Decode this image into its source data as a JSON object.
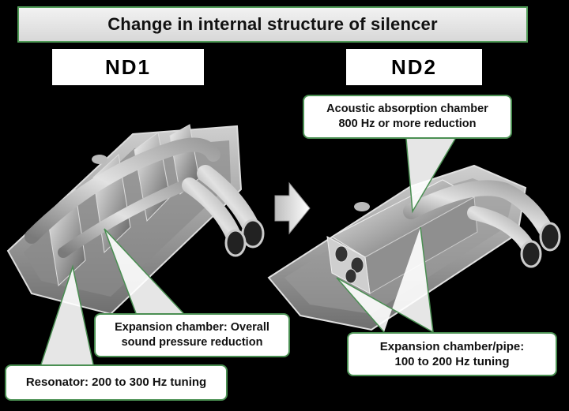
{
  "title": "Change in internal structure of silencer",
  "models": {
    "left": "ND1",
    "right": "ND2"
  },
  "callouts": {
    "resonator": {
      "line1": "Resonator: 200 to 300 Hz tuning"
    },
    "expansion": {
      "line1": "Expansion chamber: Overall",
      "line2": "sound pressure reduction"
    },
    "acoustic": {
      "line1": "Acoustic absorption chamber",
      "line2": "800 Hz or more reduction"
    },
    "pipe": {
      "line1": "Expansion chamber/pipe:",
      "line2": "100 to 200 Hz tuning"
    }
  },
  "colors": {
    "background": "#000000",
    "callout_border": "#4a8f52",
    "title_border": "#4f9a56"
  },
  "icons": {
    "arrow": "right-arrow-icon"
  }
}
